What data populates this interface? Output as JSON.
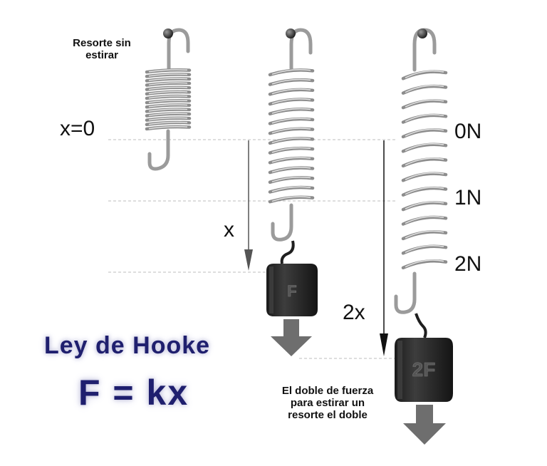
{
  "captions": {
    "unstretched_line1": "Resorte sin",
    "unstretched_line2": "estirar",
    "double_line1": "El doble de fuerza",
    "double_line2": "para estirar un",
    "double_line3": "resorte el doble"
  },
  "markers": {
    "zero": "x=0",
    "x": "x",
    "two_x": "2x"
  },
  "force_scale": [
    "0N",
    "1N",
    "2N"
  ],
  "weights": {
    "single": "F",
    "double": "2F"
  },
  "law": {
    "title": "Ley de Hooke",
    "formula": "F = kx"
  },
  "colors": {
    "law_text": "#1f1f6e",
    "spring_metal": "#a9a9a9",
    "weight_body": "#2a2a2a",
    "force_arrow": "#6e6e6e"
  },
  "icons": [
    "spring-icon",
    "weight-icon",
    "down-arrow-icon"
  ]
}
